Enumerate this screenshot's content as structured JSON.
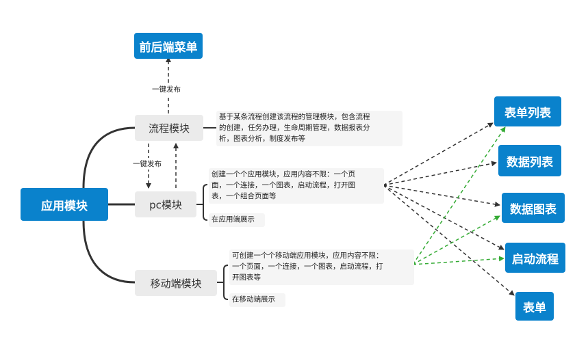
{
  "root": {
    "label": "应用模块"
  },
  "branches": {
    "flow": {
      "label": "流程模块"
    },
    "pc": {
      "label": "pc模块"
    },
    "mobile": {
      "label": "移动端模块"
    }
  },
  "menu": {
    "label": "前后端菜单"
  },
  "edges": {
    "publish_to_menu": "一键发布",
    "publish_to_pc": "一键发布"
  },
  "notes": {
    "flow": "基于某条流程创建该流程的管理模块，包含流程\n的创建，任务办理，生命周期管理，数据报表分\n析，图表分析，制度发布等",
    "pc_create": "创建一个个应用模块，应用内容不限：一个页\n面，一个连接，一个图表，启动流程，打开图\n表，一个组合页面等",
    "pc_show": "在应用端展示",
    "mobile_create": "可创建一个个移动端应用模块，应用内容不限：\n一个页面，一个连接，一个图表，启动流程，打\n开图表等",
    "mobile_show": "在移动端展示"
  },
  "targets": [
    "表单列表",
    "数据列表",
    "数据图表",
    "启动流程",
    "表单"
  ],
  "colors": {
    "primary": "#0a82cc",
    "branch_bg": "#ebebeb",
    "note_bg": "#f5f5f5",
    "pc_arrow": "#333333",
    "mobile_arrow": "#33aa33"
  }
}
